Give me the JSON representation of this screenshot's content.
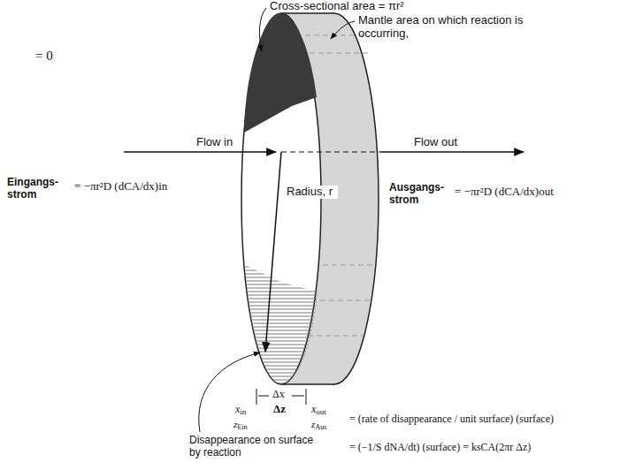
{
  "diagram": {
    "labels": [
      "= 0",
      "Cross-sectional area = πr²",
      "Mantle area on which reaction is occurring,",
      "Flow in",
      "Flow out",
      "Eingangs- strom",
      "= −πr²D (dCA/dx)in",
      "Radius, r",
      "Ausgangs- strom",
      "= −πr²D (dCA/dx)out",
      "Δx",
      "xin",
      "Δz",
      "xout",
      "zEin",
      "zAus",
      "Disappearance on surface by reaction",
      "= (rate of disappearance / unit surface) (surface)",
      "= (−1/S dNA/dt) (surface) = ksCA(2πr Δz)"
    ]
  }
}
